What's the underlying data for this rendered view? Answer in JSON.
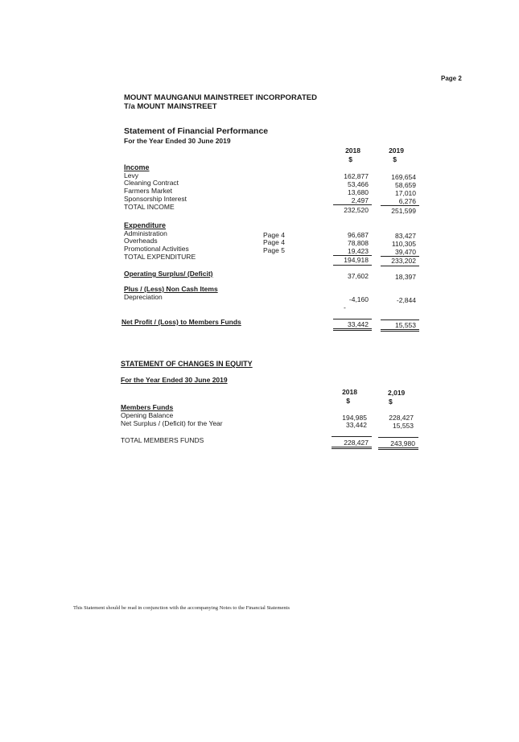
{
  "page_label": "Page 2",
  "org": {
    "name": "MOUNT MAUNGANUI MAINSTREET INCORPORATED",
    "trading_as": "T/a MOUNT MAINSTREET"
  },
  "statement": {
    "title": "Statement of Financial Performance",
    "period": "For the Year Ended 30 June 2019",
    "columns": [
      {
        "year": "2018",
        "unit": "$"
      },
      {
        "year": "2019",
        "unit": "$"
      }
    ],
    "income": {
      "heading": "Income",
      "rows": [
        {
          "label": "Levy",
          "v2018": "162,877",
          "v2019": "169,654"
        },
        {
          "label": "Cleaning Contract",
          "v2018": "53,466",
          "v2019": "58,659"
        },
        {
          "label": "Farmers Market",
          "v2018": "13,680",
          "v2019": "17,010"
        },
        {
          "label": "Sponsorship Interest",
          "v2018": "2,497",
          "v2019": "6,276"
        }
      ],
      "total": {
        "label": "TOTAL INCOME",
        "v2018": "232,520",
        "v2019": "251,599"
      }
    },
    "expenditure": {
      "heading": "Expenditure",
      "rows": [
        {
          "label": "Administration",
          "ref": "Page 4",
          "v2018": "96,687",
          "v2019": "83,427"
        },
        {
          "label": "Overheads",
          "ref": "Page 4",
          "v2018": "78,808",
          "v2019": "110,305"
        },
        {
          "label": "Promotional Activities",
          "ref": "Page 5",
          "v2018": "19,423",
          "v2019": "39,470"
        }
      ],
      "total": {
        "label": "TOTAL EXPENDITURE",
        "v2018": "194,918",
        "v2019": "233,202"
      }
    },
    "operating": {
      "label": "Operating Surplus/ (Deficit)",
      "v2018": "37,602",
      "v2019": "18,397"
    },
    "non_cash": {
      "heading": "Plus / (Less) Non Cash Items",
      "rows": [
        {
          "label": "Depreciation",
          "v2018": "-4,160",
          "v2019": "-2,844"
        }
      ],
      "dash": "-"
    },
    "net_profit": {
      "label": "Net Profit / (Loss) to Members Funds",
      "v2018": "33,442",
      "v2019": "15,553"
    }
  },
  "equity": {
    "title": "STATEMENT OF CHANGES IN EQUITY",
    "period": "For the Year Ended 30 June 2019",
    "columns": [
      {
        "year": "2018",
        "unit": "$"
      },
      {
        "year": "2,019",
        "unit": "$"
      }
    ],
    "heading": "Members Funds",
    "rows": [
      {
        "label": "Opening Balance",
        "v2018": "194,985",
        "v2019": "228,427"
      },
      {
        "label": "Net Surplus / (Deficit) for the Year",
        "v2018": "33,442",
        "v2019": "15,553"
      }
    ],
    "total": {
      "label": "TOTAL MEMBERS FUNDS",
      "v2018": "228,427",
      "v2019": "243,980"
    }
  },
  "footer_note": "This Statement should be read in conjunction with the accompanying Notes to the Financial Statements"
}
